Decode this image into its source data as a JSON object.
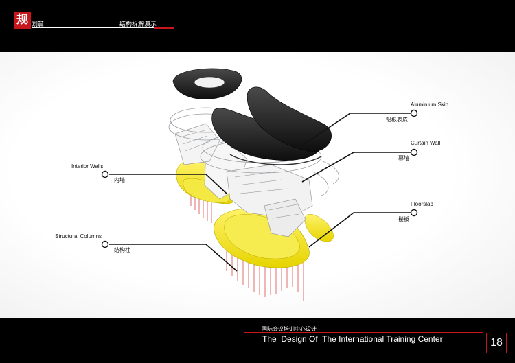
{
  "header": {
    "chapter_char": "规",
    "chapter_suffix": "划篇",
    "section_title": "结构拆解演示"
  },
  "callouts": {
    "aluminium_skin": {
      "en": "Aluminium Skin",
      "cn": "铝板表皮"
    },
    "curtain_wall": {
      "en": "Curtain Wall",
      "cn": "幕墙"
    },
    "floorslab": {
      "en": "Floorslab",
      "cn": "楼板"
    },
    "interior_walls": {
      "en": "Interior Walls",
      "cn": "内墙"
    },
    "structural_columns": {
      "en": "Structural Columns",
      "cn": "结构柱"
    }
  },
  "footer": {
    "project_cn": "国际会议培训中心设计",
    "project_en": "The  Design Of  The International Training Center",
    "page_number": "18"
  },
  "colors": {
    "accent_red": "#c8161d",
    "slab_yellow": "#f2e500",
    "skin_dark": "#1c1c1c",
    "background": "#000000"
  }
}
